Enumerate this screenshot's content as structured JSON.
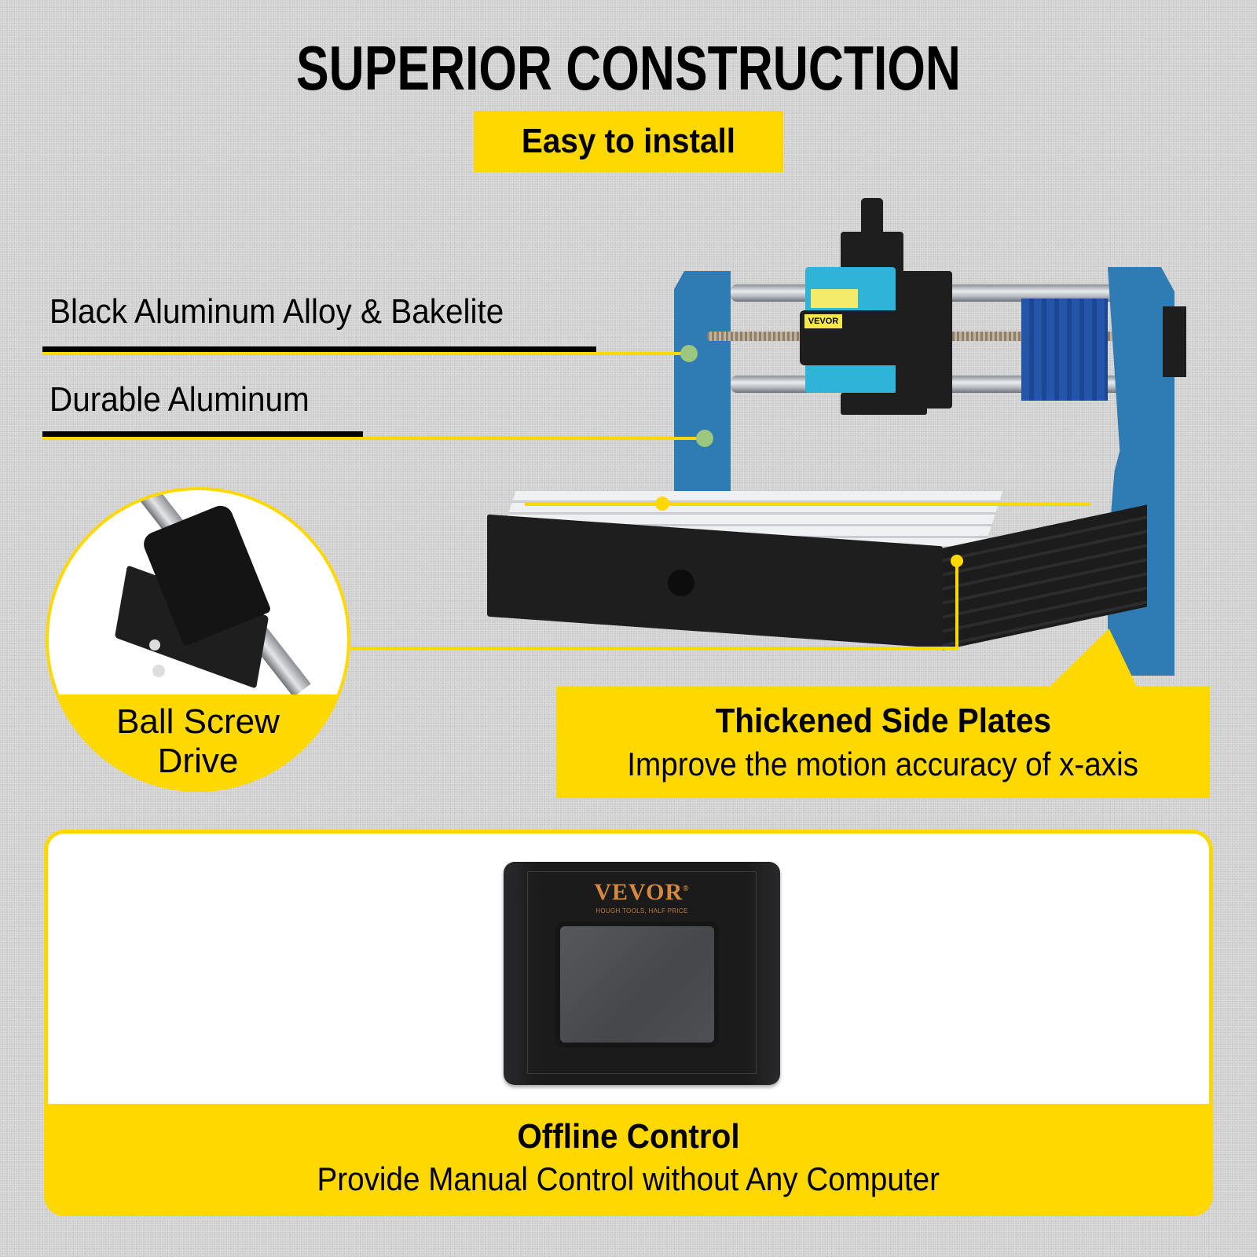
{
  "header": {
    "title": "SUPERIOR CONSTRUCTION",
    "subtitle_badge": "Easy to install"
  },
  "features": {
    "frame_material": "Black Aluminum Alloy & Bakelite",
    "side_material": "Durable Aluminum",
    "ball_screw": {
      "line1": "Ball Screw",
      "line2": "Drive"
    },
    "side_plates": {
      "title": "Thickened Side Plates",
      "description": "Improve the motion accuracy of x-axis"
    },
    "offline_control": {
      "title": "Offline Control",
      "description": "Provide Manual Control without Any Computer"
    }
  },
  "product": {
    "laser_brand_label": "VEVOR",
    "controller_brand": "VEVOR",
    "controller_registered_mark": "®",
    "controller_tagline": "HOUGH TOOLS, HALF PRICE"
  },
  "colors": {
    "accent_yellow": "#ffd800",
    "frame_blue": "#2f7bb4",
    "callout_dot_green": "#9cc77e",
    "brand_orange": "#d4893e",
    "background_gray": "#cfcfcf"
  }
}
